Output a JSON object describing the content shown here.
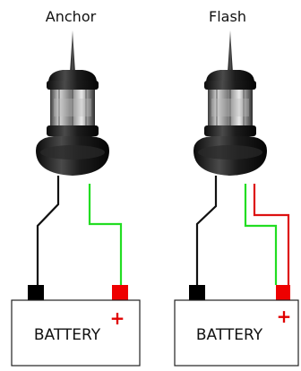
{
  "lights": [
    {
      "title": "Anchor",
      "battery": {
        "label": "BATTERY",
        "plus": "+"
      },
      "wires": [
        "black",
        "green"
      ]
    },
    {
      "title": "Flash",
      "battery": {
        "label": "BATTERY",
        "plus": "+"
      },
      "wires": [
        "black",
        "green",
        "red"
      ]
    }
  ],
  "colors": {
    "wire_black": "#111111",
    "wire_green": "#22dd22",
    "wire_red": "#dd1111",
    "terminal_negative": "#000000",
    "terminal_positive": "#ee0000",
    "plus_sign": "#e00000"
  }
}
